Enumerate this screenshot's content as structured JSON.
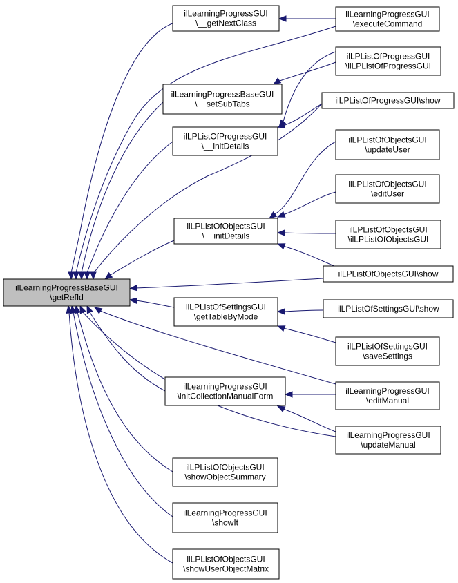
{
  "graph": {
    "root": {
      "id": "root",
      "lines": [
        "ilLearningProgressBaseGUI",
        "\\getRefId"
      ]
    },
    "nodes": [
      {
        "id": "n1",
        "lines": [
          "ilLearningProgressGUI",
          "\\__getNextClass"
        ]
      },
      {
        "id": "n2",
        "lines": [
          "ilLearningProgressBaseGUI",
          "\\__setSubTabs"
        ]
      },
      {
        "id": "n3",
        "lines": [
          "ilLPListOfProgressGUI",
          "\\__initDetails"
        ]
      },
      {
        "id": "n4",
        "lines": [
          "ilLPListOfObjectsGUI",
          "\\__initDetails"
        ]
      },
      {
        "id": "n5",
        "lines": [
          "ilLPListOfSettingsGUI",
          "\\getTableByMode"
        ]
      },
      {
        "id": "n6",
        "lines": [
          "ilLearningProgressGUI",
          "\\initCollectionManualForm"
        ]
      },
      {
        "id": "n7",
        "lines": [
          "ilLPListOfObjectsGUI",
          "\\showObjectSummary"
        ]
      },
      {
        "id": "n8",
        "lines": [
          "ilLearningProgressGUI",
          "\\showIt"
        ]
      },
      {
        "id": "n9",
        "lines": [
          "ilLPListOfObjectsGUI",
          "\\showUserObjectMatrix"
        ]
      },
      {
        "id": "r1",
        "lines": [
          "ilLearningProgressGUI",
          "\\executeCommand"
        ]
      },
      {
        "id": "r2",
        "lines": [
          "ilLPListOfProgressGUI",
          "\\ilLPListOfProgressGUI"
        ]
      },
      {
        "id": "r3",
        "lines": [
          "ilLPListOfProgressGUI\\show"
        ]
      },
      {
        "id": "r4",
        "lines": [
          "ilLPListOfObjectsGUI",
          "\\updateUser"
        ]
      },
      {
        "id": "r5",
        "lines": [
          "ilLPListOfObjectsGUI",
          "\\editUser"
        ]
      },
      {
        "id": "r6",
        "lines": [
          "ilLPListOfObjectsGUI",
          "\\ilLPListOfObjectsGUI"
        ]
      },
      {
        "id": "r7",
        "lines": [
          "ilLPListOfObjectsGUI\\show"
        ]
      },
      {
        "id": "r8",
        "lines": [
          "ilLPListOfSettingsGUI\\show"
        ]
      },
      {
        "id": "r9",
        "lines": [
          "ilLPListOfSettingsGUI",
          "\\saveSettings"
        ]
      },
      {
        "id": "r10",
        "lines": [
          "ilLearningProgressGUI",
          "\\editManual"
        ]
      },
      {
        "id": "r11",
        "lines": [
          "ilLearningProgressGUI",
          "\\updateManual"
        ]
      }
    ],
    "edge_color": "#191970",
    "root_fill": "#bfbfbf"
  }
}
